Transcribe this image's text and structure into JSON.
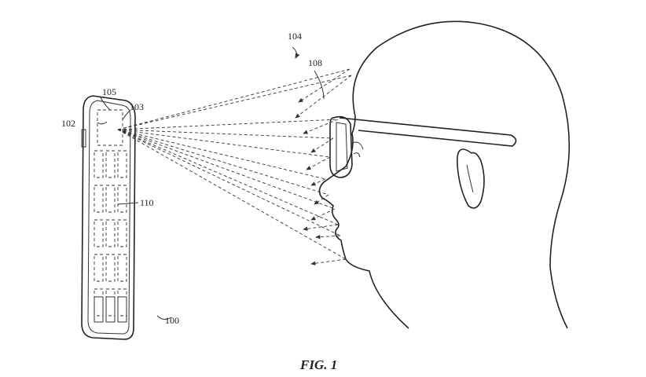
{
  "figure": {
    "caption": "FIG. 1",
    "labels": {
      "device": "100",
      "sensor": "102",
      "projector": "103",
      "rays": "104",
      "notch": "105",
      "reflection": "108",
      "display": "110"
    }
  }
}
